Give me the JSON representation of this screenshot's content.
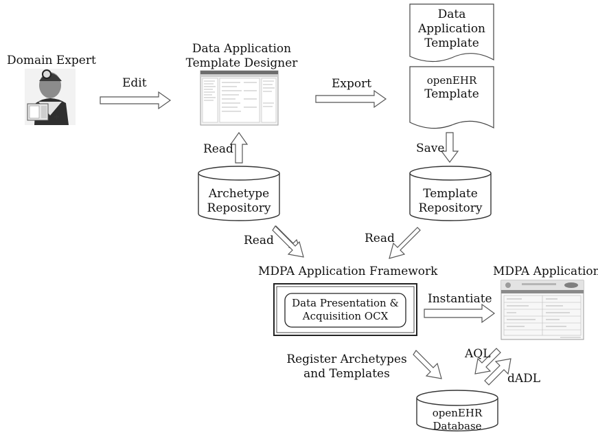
{
  "actors": {
    "domain_expert": "Domain Expert"
  },
  "tools": {
    "designer_line1": "Data Application",
    "designer_line2": "Template Designer"
  },
  "documents": {
    "data_app_template": [
      "Data",
      "Application",
      "Template"
    ],
    "openehr_template": [
      "openEHR",
      "Template"
    ]
  },
  "repositories": {
    "archetype": [
      "Archetype",
      "Repository"
    ],
    "template": [
      "Template",
      "Repository"
    ],
    "openehr_db": [
      "openEHR",
      "Database"
    ]
  },
  "framework": {
    "title": "MDPA Application Framework",
    "component": [
      "Data Presentation &",
      "Acquisition OCX"
    ]
  },
  "application": {
    "title": "MDPA Application"
  },
  "flows": {
    "edit": "Edit",
    "export": "Export",
    "read_designer": "Read",
    "save": "Save",
    "read_archetype": "Read",
    "read_template": "Read",
    "instantiate": "Instantiate",
    "register": [
      "Register Archetypes",
      "and Templates"
    ],
    "aql": "AQL",
    "dadl": "dADL"
  },
  "colors": {
    "stroke": "#555555",
    "fill": "#ffffff",
    "text": "#111111"
  },
  "icons": {
    "domain_expert": "doctor-avatar-icon",
    "designer": "designer-screenshot-thumbnail",
    "application": "application-screenshot-thumbnail"
  }
}
